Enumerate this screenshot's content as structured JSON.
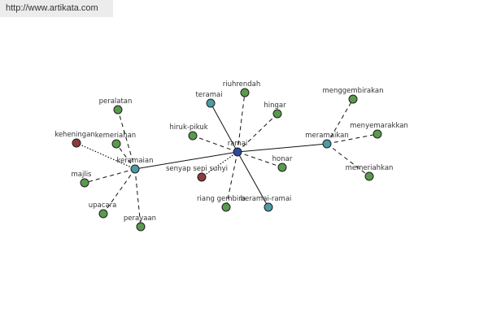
{
  "site_url": "http://www.artikata.com",
  "colors": {
    "green": "#5a9a4e",
    "teal": "#4e9aa6",
    "navy": "#2c4a9c",
    "red": "#8e3b3b"
  },
  "nodes": {
    "ramai": {
      "label": "ramai",
      "kind": "navy"
    },
    "keramaian": {
      "label": "keramaian",
      "kind": "teal"
    },
    "meramaikan": {
      "label": "meramaikan",
      "kind": "teal"
    },
    "teramai": {
      "label": "teramai",
      "kind": "teal"
    },
    "beramai_ramai": {
      "label": "beramai-ramai",
      "kind": "teal"
    },
    "riuhrendah": {
      "label": "riuhrendah",
      "kind": "green"
    },
    "hingar": {
      "label": "hingar",
      "kind": "green"
    },
    "hiruk_pikuk": {
      "label": "hiruk-pikuk",
      "kind": "green"
    },
    "honar": {
      "label": "honar",
      "kind": "green"
    },
    "riang_gembira": {
      "label": "riang gembira",
      "kind": "green"
    },
    "senyap": {
      "label": "senyap sepi sunyi",
      "kind": "red"
    },
    "peralatan": {
      "label": "peralatan",
      "kind": "green"
    },
    "kemeriahan": {
      "label": "kemeriahan",
      "kind": "green"
    },
    "keheningan": {
      "label": "keheningan",
      "kind": "red"
    },
    "majlis": {
      "label": "majlis",
      "kind": "green"
    },
    "upacara": {
      "label": "upacara",
      "kind": "green"
    },
    "perayaan": {
      "label": "perayaan",
      "kind": "green"
    },
    "menggembirakan": {
      "label": "menggembirakan",
      "kind": "green"
    },
    "menyemarakkan": {
      "label": "menyemarakkan",
      "kind": "green"
    },
    "memeriahkan": {
      "label": "memeriahkan",
      "kind": "green"
    }
  },
  "edges": [
    {
      "from": "ramai",
      "to": "keramaian",
      "style": "solid"
    },
    {
      "from": "ramai",
      "to": "meramaikan",
      "style": "solid"
    },
    {
      "from": "ramai",
      "to": "teramai",
      "style": "solid"
    },
    {
      "from": "ramai",
      "to": "beramai_ramai",
      "style": "solid"
    },
    {
      "from": "ramai",
      "to": "riuhrendah",
      "style": "dashed"
    },
    {
      "from": "ramai",
      "to": "hingar",
      "style": "dashed"
    },
    {
      "from": "ramai",
      "to": "hiruk_pikuk",
      "style": "dashed"
    },
    {
      "from": "ramai",
      "to": "honar",
      "style": "dashed"
    },
    {
      "from": "ramai",
      "to": "riang_gembira",
      "style": "dashed"
    },
    {
      "from": "ramai",
      "to": "senyap",
      "style": "dotted"
    },
    {
      "from": "keramaian",
      "to": "peralatan",
      "style": "dashed"
    },
    {
      "from": "keramaian",
      "to": "kemeriahan",
      "style": "dashed"
    },
    {
      "from": "keramaian",
      "to": "keheningan",
      "style": "dotted"
    },
    {
      "from": "keramaian",
      "to": "majlis",
      "style": "dashed"
    },
    {
      "from": "keramaian",
      "to": "upacara",
      "style": "dashed"
    },
    {
      "from": "keramaian",
      "to": "perayaan",
      "style": "dashed"
    },
    {
      "from": "meramaikan",
      "to": "menggembirakan",
      "style": "dashed"
    },
    {
      "from": "meramaikan",
      "to": "menyemarakkan",
      "style": "dashed"
    },
    {
      "from": "meramaikan",
      "to": "memeriahkan",
      "style": "dashed"
    }
  ]
}
